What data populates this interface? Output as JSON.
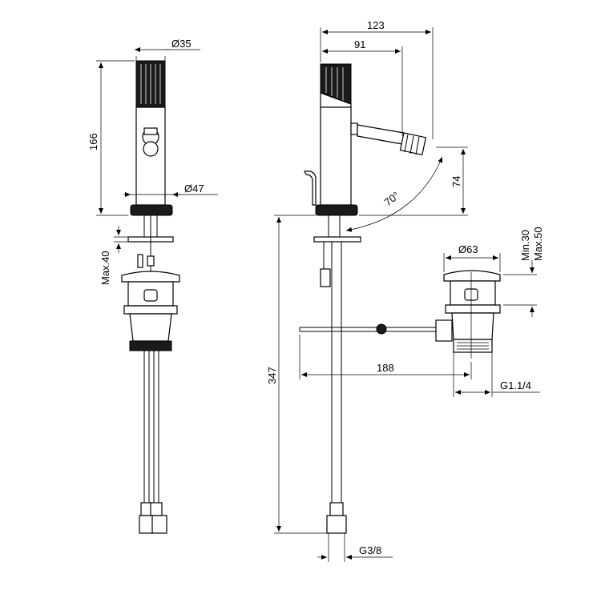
{
  "dimensions": {
    "handle_diameter": "Ø35",
    "body_height": "166",
    "base_diameter": "Ø47",
    "deck_thickness": "Max.40",
    "total_width": "123",
    "spout_reach": "91",
    "spout_height": "74",
    "spout_angle": "70°",
    "hose_length": "347",
    "waste_diameter": "Ø63",
    "waste_range_min": "Min.30",
    "waste_range_max": "Max.50",
    "rod_length": "188",
    "waste_thread": "G1.1/4",
    "hose_thread": "G3/8"
  }
}
